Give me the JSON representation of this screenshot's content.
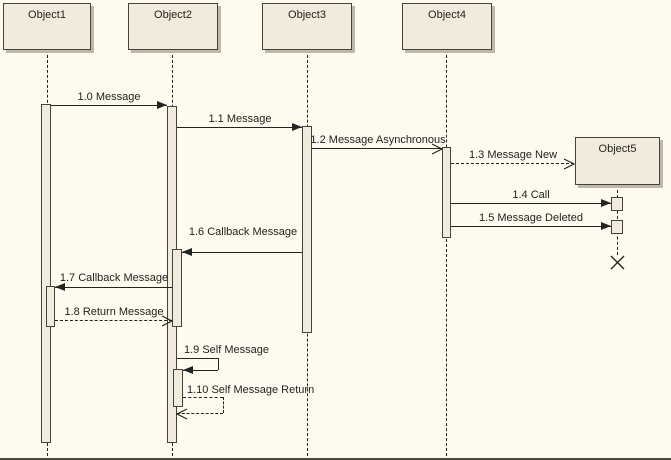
{
  "colors": {
    "background": "#FDFAF0",
    "shape_fill": "#F1EBDD",
    "shape_border": "#45413B",
    "line": "#23231F",
    "shadow": "#BFB8A9",
    "text": "#23231F"
  },
  "objects": [
    {
      "name": "Object1"
    },
    {
      "name": "Object2"
    },
    {
      "name": "Object3"
    },
    {
      "name": "Object4"
    },
    {
      "name": "Object5"
    }
  ],
  "messages": [
    {
      "label": "1.0 Message",
      "type": "call",
      "from": "Object1",
      "to": "Object2"
    },
    {
      "label": "1.1 Message",
      "type": "call",
      "from": "Object2",
      "to": "Object3"
    },
    {
      "label": "1.2 Message Asynchronous",
      "type": "asynchronous",
      "from": "Object3",
      "to": "Object4"
    },
    {
      "label": "1.3 Message New",
      "type": "create",
      "from": "Object4",
      "to": "Object5"
    },
    {
      "label": "1.4 Call",
      "type": "call",
      "from": "Object4",
      "to": "Object5"
    },
    {
      "label": "1.5 Message Deleted",
      "type": "delete",
      "from": "Object4",
      "to": "Object5"
    },
    {
      "label": "1.6 Callback Message",
      "type": "callback",
      "from": "Object3",
      "to": "Object2"
    },
    {
      "label": "1.7 Callback Message",
      "type": "callback",
      "from": "Object2",
      "to": "Object1"
    },
    {
      "label": "1.8 Return Message",
      "type": "return",
      "from": "Object1",
      "to": "Object2"
    },
    {
      "label": "1.9 Self Message",
      "type": "self-call",
      "from": "Object2",
      "to": "Object2"
    },
    {
      "label": "1.10 Self Message Return",
      "type": "self-return",
      "from": "Object2",
      "to": "Object2"
    }
  ]
}
